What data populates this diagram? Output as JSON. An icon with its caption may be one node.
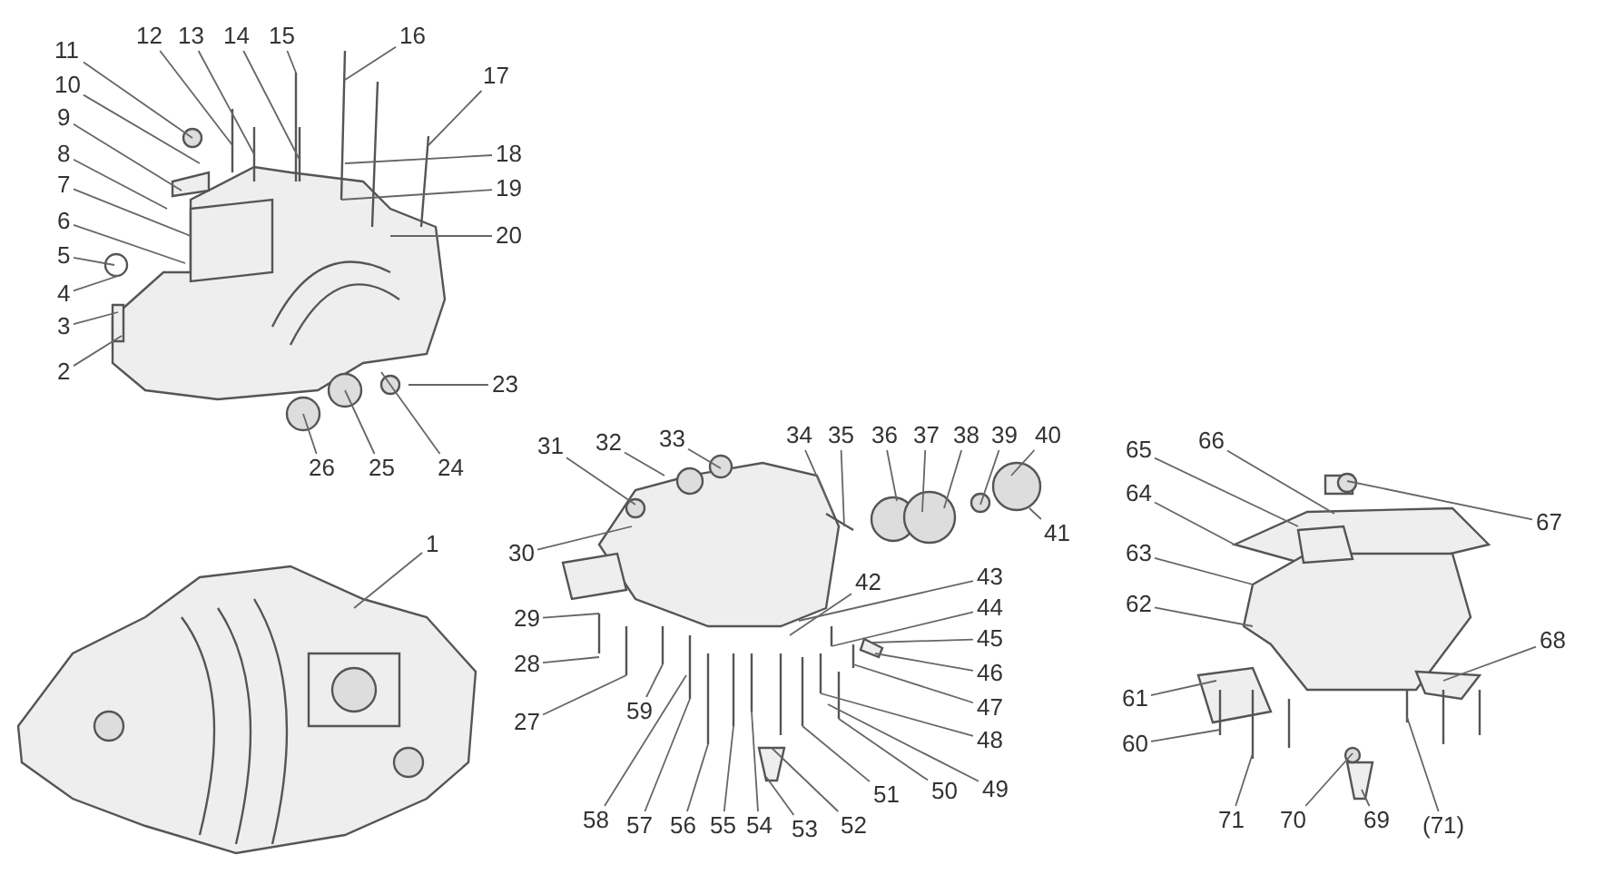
{
  "diagram": {
    "nodes": [
      {
        "text": [
          "1"
        ]
      },
      {
        "text": [
          "2"
        ]
      },
      {
        "text": [
          "3"
        ]
      },
      {
        "text": [
          "4"
        ]
      },
      {
        "text": [
          "5"
        ]
      },
      {
        "text": [
          "6"
        ]
      },
      {
        "text": [
          "7"
        ]
      },
      {
        "text": [
          "8"
        ]
      },
      {
        "text": [
          "9"
        ]
      },
      {
        "text": [
          "10"
        ]
      },
      {
        "text": [
          "11"
        ]
      },
      {
        "text": [
          "12"
        ]
      },
      {
        "text": [
          "13"
        ]
      },
      {
        "text": [
          "14"
        ]
      },
      {
        "text": [
          "15"
        ]
      },
      {
        "text": [
          "16"
        ]
      },
      {
        "text": [
          "17"
        ]
      },
      {
        "text": [
          "18"
        ]
      },
      {
        "text": [
          "19"
        ]
      },
      {
        "text": [
          "20"
        ]
      },
      {
        "text": [
          "23"
        ]
      },
      {
        "text": [
          "24"
        ]
      },
      {
        "text": [
          "25"
        ]
      },
      {
        "text": [
          "26"
        ]
      },
      {
        "text": [
          "27"
        ]
      },
      {
        "text": [
          "28"
        ]
      },
      {
        "text": [
          "29"
        ]
      },
      {
        "text": [
          "30"
        ]
      },
      {
        "text": [
          "31"
        ]
      },
      {
        "text": [
          "32"
        ]
      },
      {
        "text": [
          "33"
        ]
      },
      {
        "text": [
          "34"
        ]
      },
      {
        "text": [
          "35"
        ]
      },
      {
        "text": [
          "36"
        ]
      },
      {
        "text": [
          "37"
        ]
      },
      {
        "text": [
          "38"
        ]
      },
      {
        "text": [
          "39"
        ]
      },
      {
        "text": [
          "40"
        ]
      },
      {
        "text": [
          "41"
        ]
      },
      {
        "text": [
          "42"
        ]
      },
      {
        "text": [
          "43"
        ]
      },
      {
        "text": [
          "44"
        ]
      },
      {
        "text": [
          "45"
        ]
      },
      {
        "text": [
          "46"
        ]
      },
      {
        "text": [
          "47"
        ]
      },
      {
        "text": [
          "48"
        ]
      },
      {
        "text": [
          "49"
        ]
      },
      {
        "text": [
          "50"
        ]
      },
      {
        "text": [
          "51"
        ]
      },
      {
        "text": [
          "52"
        ]
      },
      {
        "text": [
          "53"
        ]
      },
      {
        "text": [
          "54"
        ]
      },
      {
        "text": [
          "55"
        ]
      },
      {
        "text": [
          "56"
        ]
      },
      {
        "text": [
          "57"
        ]
      },
      {
        "text": [
          "58"
        ]
      },
      {
        "text": [
          "59"
        ]
      },
      {
        "text": [
          "60"
        ]
      },
      {
        "text": [
          "61"
        ]
      },
      {
        "text": [
          "62"
        ]
      },
      {
        "text": [
          "63"
        ]
      },
      {
        "text": [
          "64"
        ]
      },
      {
        "text": [
          "65"
        ]
      },
      {
        "text": [
          "66"
        ]
      },
      {
        "text": [
          "67"
        ]
      },
      {
        "text": [
          "68"
        ]
      },
      {
        "text": [
          "69"
        ]
      },
      {
        "text": [
          "70"
        ]
      },
      {
        "text": [
          "71"
        ]
      },
      {
        "text": [
          "(71)"
        ]
      }
    ],
    "edges": [
      {
        "from": 0,
        "to": null,
        "arrow": "none"
      },
      {
        "from": 1,
        "to": null,
        "arrow": "none"
      },
      {
        "from": 2,
        "to": null,
        "arrow": "none"
      },
      {
        "from": 3,
        "to": null,
        "arrow": "none"
      },
      {
        "from": 4,
        "to": null,
        "arrow": "none"
      },
      {
        "from": 5,
        "to": null,
        "arrow": "none"
      },
      {
        "from": 6,
        "to": null,
        "arrow": "none"
      },
      {
        "from": 7,
        "to": null,
        "arrow": "none"
      },
      {
        "from": 8,
        "to": null,
        "arrow": "none"
      },
      {
        "from": 9,
        "to": null,
        "arrow": "none"
      },
      {
        "from": 10,
        "to": null,
        "arrow": "none"
      },
      {
        "from": 11,
        "to": null,
        "arrow": "none"
      },
      {
        "from": 12,
        "to": null,
        "arrow": "none"
      },
      {
        "from": 13,
        "to": null,
        "arrow": "none"
      },
      {
        "from": 14,
        "to": null,
        "arrow": "none"
      },
      {
        "from": 15,
        "to": null,
        "arrow": "none"
      },
      {
        "from": 16,
        "to": null,
        "arrow": "none"
      },
      {
        "from": 17,
        "to": null,
        "arrow": "none"
      },
      {
        "from": 18,
        "to": null,
        "arrow": "none"
      },
      {
        "from": 19,
        "to": null,
        "arrow": "none"
      },
      {
        "from": 20,
        "to": null,
        "arrow": "none"
      },
      {
        "from": 21,
        "to": null,
        "arrow": "none"
      },
      {
        "from": 22,
        "to": null,
        "arrow": "none"
      },
      {
        "from": 23,
        "to": null,
        "arrow": "none"
      },
      {
        "from": 24,
        "to": null,
        "arrow": "none"
      },
      {
        "from": 25,
        "to": null,
        "arrow": "none"
      },
      {
        "from": 26,
        "to": null,
        "arrow": "none"
      },
      {
        "from": 27,
        "to": null,
        "arrow": "none"
      },
      {
        "from": 28,
        "to": null,
        "arrow": "none"
      },
      {
        "from": 29,
        "to": null,
        "arrow": "none"
      },
      {
        "from": 30,
        "to": null,
        "arrow": "none"
      },
      {
        "from": 31,
        "to": null,
        "arrow": "none"
      },
      {
        "from": 32,
        "to": null,
        "arrow": "none"
      },
      {
        "from": 33,
        "to": null,
        "arrow": "none"
      },
      {
        "from": 34,
        "to": null,
        "arrow": "none"
      },
      {
        "from": 35,
        "to": null,
        "arrow": "none"
      },
      {
        "from": 36,
        "to": null,
        "arrow": "none"
      },
      {
        "from": 37,
        "to": null,
        "arrow": "none"
      },
      {
        "from": 38,
        "to": null,
        "arrow": "none"
      },
      {
        "from": 39,
        "to": null,
        "arrow": "none"
      },
      {
        "from": 40,
        "to": null,
        "arrow": "none"
      },
      {
        "from": 41,
        "to": null,
        "arrow": "none"
      },
      {
        "from": 42,
        "to": null,
        "arrow": "none"
      },
      {
        "from": 43,
        "to": null,
        "arrow": "none"
      },
      {
        "from": 44,
        "to": null,
        "arrow": "none"
      },
      {
        "from": 45,
        "to": null,
        "arrow": "none"
      },
      {
        "from": 46,
        "to": null,
        "arrow": "none"
      },
      {
        "from": 47,
        "to": null,
        "arrow": "none"
      },
      {
        "from": 48,
        "to": null,
        "arrow": "none"
      },
      {
        "from": 49,
        "to": null,
        "arrow": "none"
      },
      {
        "from": 50,
        "to": null,
        "arrow": "none"
      },
      {
        "from": 51,
        "to": null,
        "arrow": "none"
      },
      {
        "from": 52,
        "to": null,
        "arrow": "none"
      },
      {
        "from": 53,
        "to": null,
        "arrow": "none"
      },
      {
        "from": 54,
        "to": null,
        "arrow": "none"
      },
      {
        "from": 55,
        "to": null,
        "arrow": "none"
      },
      {
        "from": 56,
        "to": null,
        "arrow": "none"
      },
      {
        "from": 57,
        "to": null,
        "arrow": "none"
      },
      {
        "from": 58,
        "to": null,
        "arrow": "none"
      },
      {
        "from": 59,
        "to": null,
        "arrow": "none"
      },
      {
        "from": 60,
        "to": null,
        "arrow": "none"
      },
      {
        "from": 61,
        "to": null,
        "arrow": "none"
      },
      {
        "from": 62,
        "to": null,
        "arrow": "none"
      },
      {
        "from": 63,
        "to": null,
        "arrow": "none"
      },
      {
        "from": 64,
        "to": null,
        "arrow": "none"
      },
      {
        "from": 65,
        "to": null,
        "arrow": "none"
      },
      {
        "from": 66,
        "to": null,
        "arrow": "none"
      },
      {
        "from": 67,
        "to": null,
        "arrow": "none"
      },
      {
        "from": 68,
        "to": null,
        "arrow": "none"
      },
      {
        "from": 69,
        "to": null,
        "arrow": "none"
      }
    ]
  }
}
